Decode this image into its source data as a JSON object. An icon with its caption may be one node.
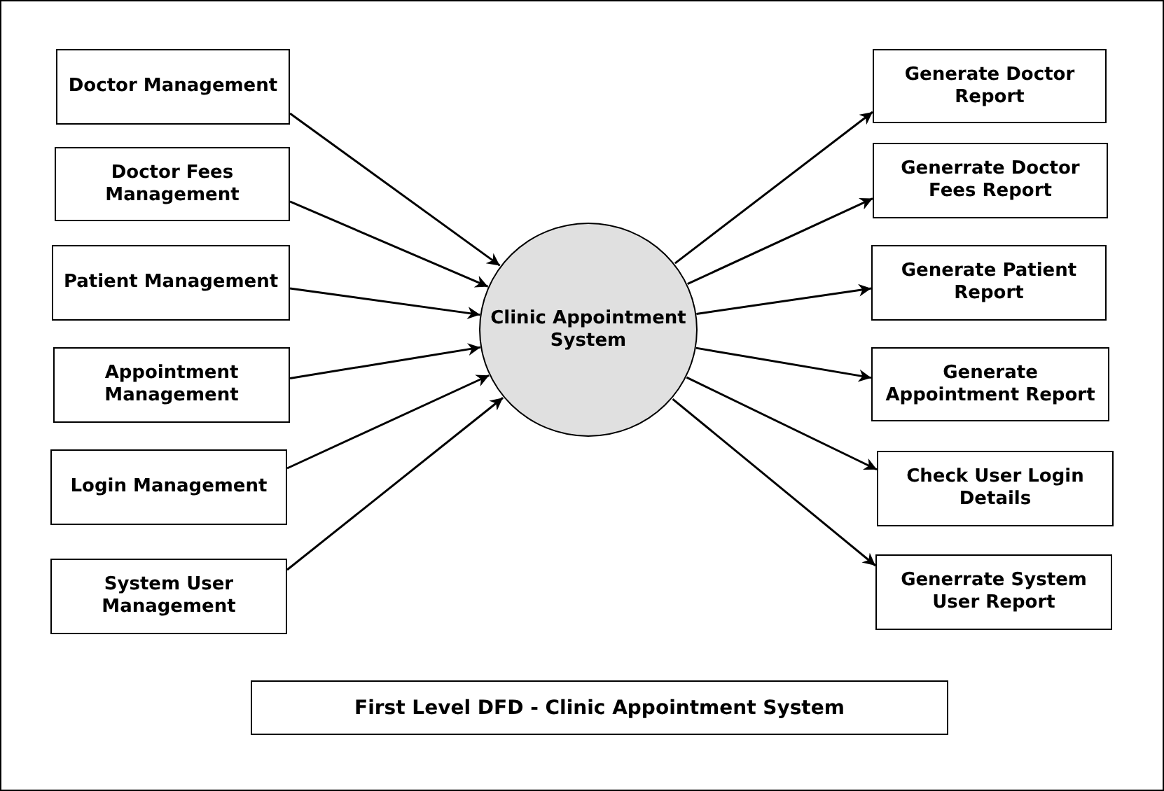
{
  "diagram": {
    "title": "First Level DFD - Clinic Appointment System",
    "nodes": [
      {
        "text": [
          "Doctor Management"
        ]
      },
      {
        "text": [
          "Doctor Fees Management"
        ]
      },
      {
        "text": [
          "Patient Management"
        ]
      },
      {
        "text": [
          "Appointment Management"
        ]
      },
      {
        "text": [
          "Login Management"
        ]
      },
      {
        "text": [
          "System User Management"
        ]
      },
      {
        "text": [
          "Clinic Appointment System"
        ]
      },
      {
        "text": [
          "Generate Doctor Report"
        ]
      },
      {
        "text": [
          "Generrate Doctor Fees Report"
        ]
      },
      {
        "text": [
          "Generate Patient Report"
        ]
      },
      {
        "text": [
          "Generate Appointment Report"
        ]
      },
      {
        "text": [
          "Check User Login Details"
        ]
      },
      {
        "text": [
          "Generrate System User Report"
        ]
      }
    ],
    "edges": [
      {
        "from": 0,
        "to": 6,
        "arrow": "to"
      },
      {
        "from": 1,
        "to": 6,
        "arrow": "to"
      },
      {
        "from": 2,
        "to": 6,
        "arrow": "to"
      },
      {
        "from": 3,
        "to": 6,
        "arrow": "to"
      },
      {
        "from": 4,
        "to": 6,
        "arrow": "to"
      },
      {
        "from": 5,
        "to": 6,
        "arrow": "to"
      },
      {
        "from": 6,
        "to": 7,
        "arrow": "to"
      },
      {
        "from": 6,
        "to": 8,
        "arrow": "to"
      },
      {
        "from": 6,
        "to": 9,
        "arrow": "to"
      },
      {
        "from": 6,
        "to": 10,
        "arrow": "to"
      },
      {
        "from": 6,
        "to": 11,
        "arrow": "to"
      },
      {
        "from": 6,
        "to": 12,
        "arrow": "to"
      }
    ]
  }
}
